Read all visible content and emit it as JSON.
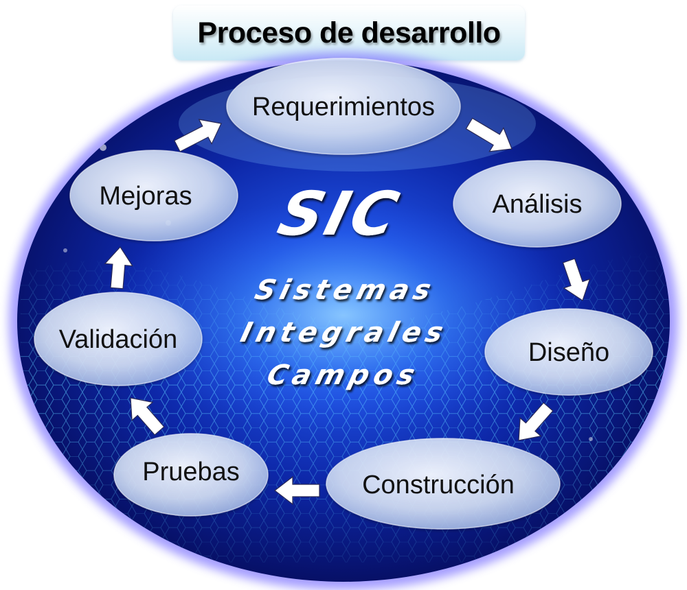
{
  "title": "Proceso de desarrollo",
  "brand": {
    "acronym": "SIC",
    "line1": "Sistemas",
    "line2": "Integrales",
    "line3": "Campos"
  },
  "steps": [
    {
      "label": "Requerimientos"
    },
    {
      "label": "Análisis"
    },
    {
      "label": "Diseño"
    },
    {
      "label": "Construcción"
    },
    {
      "label": "Pruebas"
    },
    {
      "label": "Validación"
    },
    {
      "label": "Mejoras"
    }
  ],
  "colors": {
    "background_deep": "#0a0f6e",
    "background_glow": "#2f6cff",
    "outer_glow": "#8e8cff",
    "node_fill": "#d7e3f5",
    "arrow": "#ffffff"
  },
  "icons": [
    "arrow-icon"
  ]
}
